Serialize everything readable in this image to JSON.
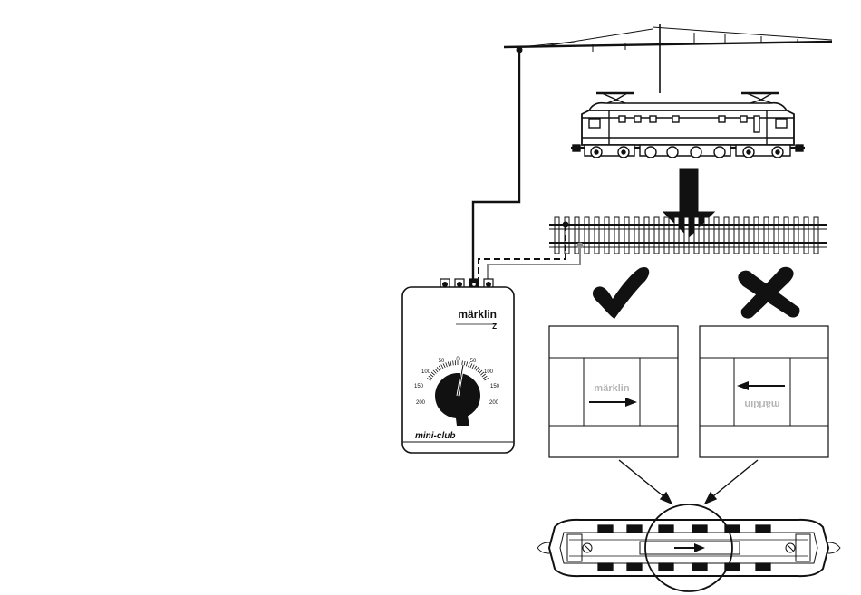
{
  "controller": {
    "brand": "märklin",
    "scale_mark": "Z",
    "series": "mini-club",
    "dial_left_labels": [
      "50",
      "100",
      "150",
      "200"
    ],
    "dial_right_labels": [
      "50",
      "100",
      "150",
      "200"
    ],
    "dial_zero": "0"
  },
  "cards": {
    "correct": {
      "brand": "märklin",
      "arrow": "right"
    },
    "wrong": {
      "brand": "märklin",
      "arrow": "left",
      "upside_down": true
    }
  },
  "marks": {
    "correct": "check-mark",
    "wrong": "cross-mark"
  },
  "colors": {
    "line": "#111111",
    "gray": "#8a8a8a",
    "light_gray": "#b5b5b5",
    "background": "#ffffff"
  }
}
